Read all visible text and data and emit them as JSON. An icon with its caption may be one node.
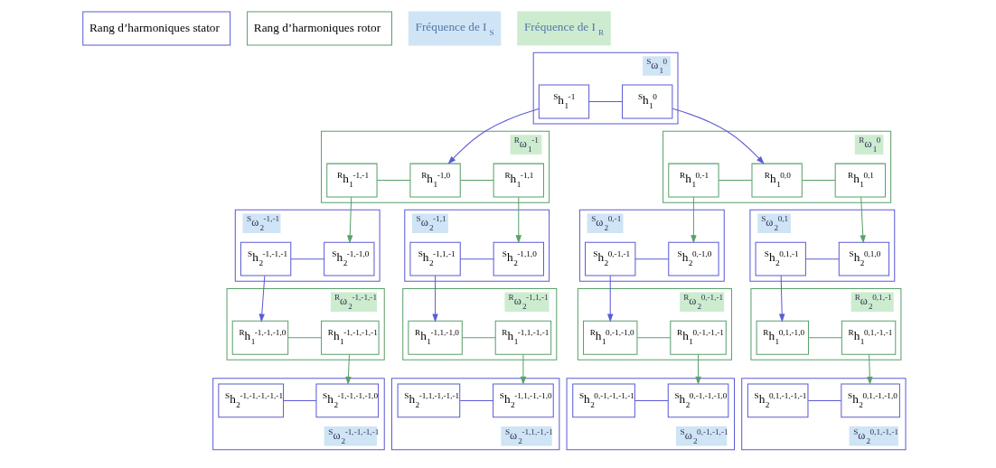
{
  "diagram": {
    "nodes": [
      {
        "text": [
          "$^{S}$ω$_{1}$$^{0}$"
        ]
      },
      {
        "text": [
          "$^{S}$h$_{1}$$^{-1}$"
        ],
        "in": 0
      },
      {
        "text": [
          "$^{S}$h$_{1}$$^{0}$"
        ],
        "in": 0
      },
      {
        "text": [
          "$^{R}$ω$_{1}$$^{-1}$"
        ]
      },
      {
        "text": [
          "$^{R}$h$_{1}$$^{-1,-1}$"
        ],
        "in": 3
      },
      {
        "text": [
          "$^{R}$h$_{1}$$^{-1,0}$"
        ],
        "in": 3
      },
      {
        "text": [
          "$^{R}$h$_{1}$$^{-1,1}$"
        ],
        "in": 3
      },
      {
        "text": [
          "$^{R}$ω$_{1}$$^{0}$"
        ]
      },
      {
        "text": [
          "$^{R}$h$_{1}$$^{0,-1}$"
        ],
        "in": 7
      },
      {
        "text": [
          "$^{R}$h$_{1}$$^{0,0}$"
        ],
        "in": 7
      },
      {
        "text": [
          "$^{R}$h$_{1}$$^{0,1}$"
        ],
        "in": 7
      },
      {
        "text": [
          "$^{S}$ω$_{2}$$^{-1,-1}$"
        ]
      },
      {
        "text": [
          "$^{S}$h$_{2}$$^{-1,-1,-1}$"
        ],
        "in": 11
      },
      {
        "text": [
          "$^{S}$h$_{2}$$^{-1,-1,0}$"
        ],
        "in": 11
      },
      {
        "text": [
          "$^{S}$ω$_{2}$$^{-1,1}$"
        ]
      },
      {
        "text": [
          "$^{S}$h$_{2}$$^{-1,1,-1}$"
        ],
        "in": 14
      },
      {
        "text": [
          "$^{S}$h$_{2}$$^{-1,1,0}$"
        ],
        "in": 14
      },
      {
        "text": [
          "$^{S}$ω$_{2}$$^{0,-1}$"
        ]
      },
      {
        "text": [
          "$^{S}$h$_{2}$$^{0,-1,-1}$"
        ],
        "in": 17
      },
      {
        "text": [
          "$^{S}$h$_{2}$$^{0,-1,0}$"
        ],
        "in": 17
      },
      {
        "text": [
          "$^{S}$ω$_{2}$$^{0,1}$"
        ]
      },
      {
        "text": [
          "$^{S}$h$_{2}$$^{0,1,-1}$"
        ],
        "in": 20
      },
      {
        "text": [
          "$^{S}$h$_{2}$$^{0,1,0}$"
        ],
        "in": 20
      },
      {
        "text": [
          "$^{R}$ω$_{2}$$^{-1,-1,-1}$"
        ]
      },
      {
        "text": [
          "$^{R}$h$_{1}$$^{-1,-1,-1,0}$"
        ],
        "in": 23
      },
      {
        "text": [
          "$^{R}$h$_{1}$$^{-1,-1,-1,-1}$"
        ],
        "in": 23
      },
      {
        "text": [
          "$^{R}$ω$_{2}$$^{-1,1,-1}$"
        ]
      },
      {
        "text": [
          "$^{R}$h$_{1}$$^{-1,1,-1,0}$"
        ],
        "in": 26
      },
      {
        "text": [
          "$^{R}$h$_{1}$$^{-1,1,-1,-1}$"
        ],
        "in": 26
      },
      {
        "text": [
          "$^{R}$ω$_{2}$$^{0,-1,-1}$"
        ]
      },
      {
        "text": [
          "$^{R}$h$_{1}$$^{0,-1,-1,0}$"
        ],
        "in": 29
      },
      {
        "text": [
          "$^{R}$h$_{1}$$^{0,-1,-1,-1}$"
        ],
        "in": 29
      },
      {
        "text": [
          "$^{R}$ω$_{2}$$^{0,1,-1}$"
        ]
      },
      {
        "text": [
          "$^{R}$h$_{1}$$^{0,1,-1,0}$"
        ],
        "in": 32
      },
      {
        "text": [
          "$^{R}$h$_{1}$$^{0,1,-1,-1}$"
        ],
        "in": 32
      },
      {
        "text": [
          "$^{S}$ω$_{2}$$^{-1,-1,-1,-1}$"
        ]
      },
      {
        "text": [
          "$^{S}$h$_{2}$$^{-1,-1,-1,-1,-1}$"
        ],
        "in": 35
      },
      {
        "text": [
          "$^{S}$h$_{2}$$^{-1,-1,-1,-1,0}$"
        ],
        "in": 35
      },
      {
        "text": [
          "$^{S}$ω$_{2}$$^{-1,1,-1,-1}$"
        ]
      },
      {
        "text": [
          "$^{S}$h$_{2}$$^{-1,1,-1,-1,-1}$"
        ],
        "in": 38
      },
      {
        "text": [
          "$^{S}$h$_{2}$$^{-1,1,-1,-1,0}$"
        ],
        "in": 38
      },
      {
        "text": [
          "$^{S}$ω$_{2}$$^{0,-1,-1,-1}$"
        ]
      },
      {
        "text": [
          "$^{S}$h$_{2}$$^{0,-1,-1,-1,-1}$"
        ],
        "in": 41
      },
      {
        "text": [
          "$^{S}$h$_{2}$$^{0,-1,-1,-1,0}$"
        ],
        "in": 41
      },
      {
        "text": [
          "$^{S}$ω$_{2}$$^{0,1,-1,-1}$"
        ]
      },
      {
        "text": [
          "$^{S}$h$_{2}$$^{0,1,-1,-1,-1}$"
        ],
        "in": 44
      },
      {
        "text": [
          "$^{S}$h$_{2}$$^{0,1,-1,-1,0}$"
        ],
        "in": 44
      }
    ],
    "edges": [
      {
        "from": 1,
        "to": 2,
        "arrow": "none",
        "color": "#5b5bd6"
      },
      {
        "from": 4,
        "to": 5,
        "arrow": "none",
        "color": "#5aa06a"
      },
      {
        "from": 5,
        "to": 6,
        "arrow": "none",
        "color": "#5aa06a"
      },
      {
        "from": 8,
        "to": 9,
        "arrow": "none",
        "color": "#5aa06a"
      },
      {
        "from": 9,
        "to": 10,
        "arrow": "none",
        "color": "#5aa06a"
      },
      {
        "from": 1,
        "to": 5,
        "arrow": "to",
        "color": "#5b5bd6"
      },
      {
        "from": 2,
        "to": 9,
        "arrow": "to",
        "color": "#5b5bd6"
      },
      {
        "from": 12,
        "to": 13,
        "arrow": "none",
        "color": "#5b5bd6"
      },
      {
        "from": 15,
        "to": 16,
        "arrow": "none",
        "color": "#5b5bd6"
      },
      {
        "from": 18,
        "to": 19,
        "arrow": "none",
        "color": "#5b5bd6"
      },
      {
        "from": 21,
        "to": 22,
        "arrow": "none",
        "color": "#5b5bd6"
      },
      {
        "from": 4,
        "to": 13,
        "arrow": "to",
        "color": "#5aa06a"
      },
      {
        "from": 6,
        "to": 16,
        "arrow": "to",
        "color": "#5aa06a"
      },
      {
        "from": 8,
        "to": 19,
        "arrow": "to",
        "color": "#5aa06a"
      },
      {
        "from": 10,
        "to": 22,
        "arrow": "to",
        "color": "#5aa06a"
      },
      {
        "from": 24,
        "to": 25,
        "arrow": "none",
        "color": "#5aa06a"
      },
      {
        "from": 27,
        "to": 28,
        "arrow": "none",
        "color": "#5aa06a"
      },
      {
        "from": 30,
        "to": 31,
        "arrow": "none",
        "color": "#5aa06a"
      },
      {
        "from": 33,
        "to": 34,
        "arrow": "none",
        "color": "#5aa06a"
      },
      {
        "from": 12,
        "to": 24,
        "arrow": "to",
        "color": "#5b5bd6"
      },
      {
        "from": 15,
        "to": 27,
        "arrow": "to",
        "color": "#5b5bd6"
      },
      {
        "from": 18,
        "to": 30,
        "arrow": "to",
        "color": "#5b5bd6"
      },
      {
        "from": 21,
        "to": 33,
        "arrow": "to",
        "color": "#5b5bd6"
      },
      {
        "from": 36,
        "to": 37,
        "arrow": "none",
        "color": "#5b5bd6"
      },
      {
        "from": 39,
        "to": 40,
        "arrow": "none",
        "color": "#5b5bd6"
      },
      {
        "from": 42,
        "to": 43,
        "arrow": "none",
        "color": "#5b5bd6"
      },
      {
        "from": 45,
        "to": 46,
        "arrow": "none",
        "color": "#5b5bd6"
      },
      {
        "from": 25,
        "to": 37,
        "arrow": "to",
        "color": "#5aa06a"
      },
      {
        "from": 28,
        "to": 40,
        "arrow": "to",
        "color": "#5aa06a"
      },
      {
        "from": 31,
        "to": 43,
        "arrow": "to",
        "color": "#5aa06a"
      },
      {
        "from": 34,
        "to": 46,
        "arrow": "to",
        "color": "#5aa06a"
      }
    ],
    "legend": [
      {
        "text": "Rang d’harmoniques stator"
      },
      {
        "text": "Rang d’harmoniques rotor"
      },
      {
        "text": "Fréquence de I$_{S}$",
        "color": "#cfe4f5"
      },
      {
        "text": "Fréquence de I$_{R}$",
        "color": "#cdeccf"
      }
    ]
  }
}
